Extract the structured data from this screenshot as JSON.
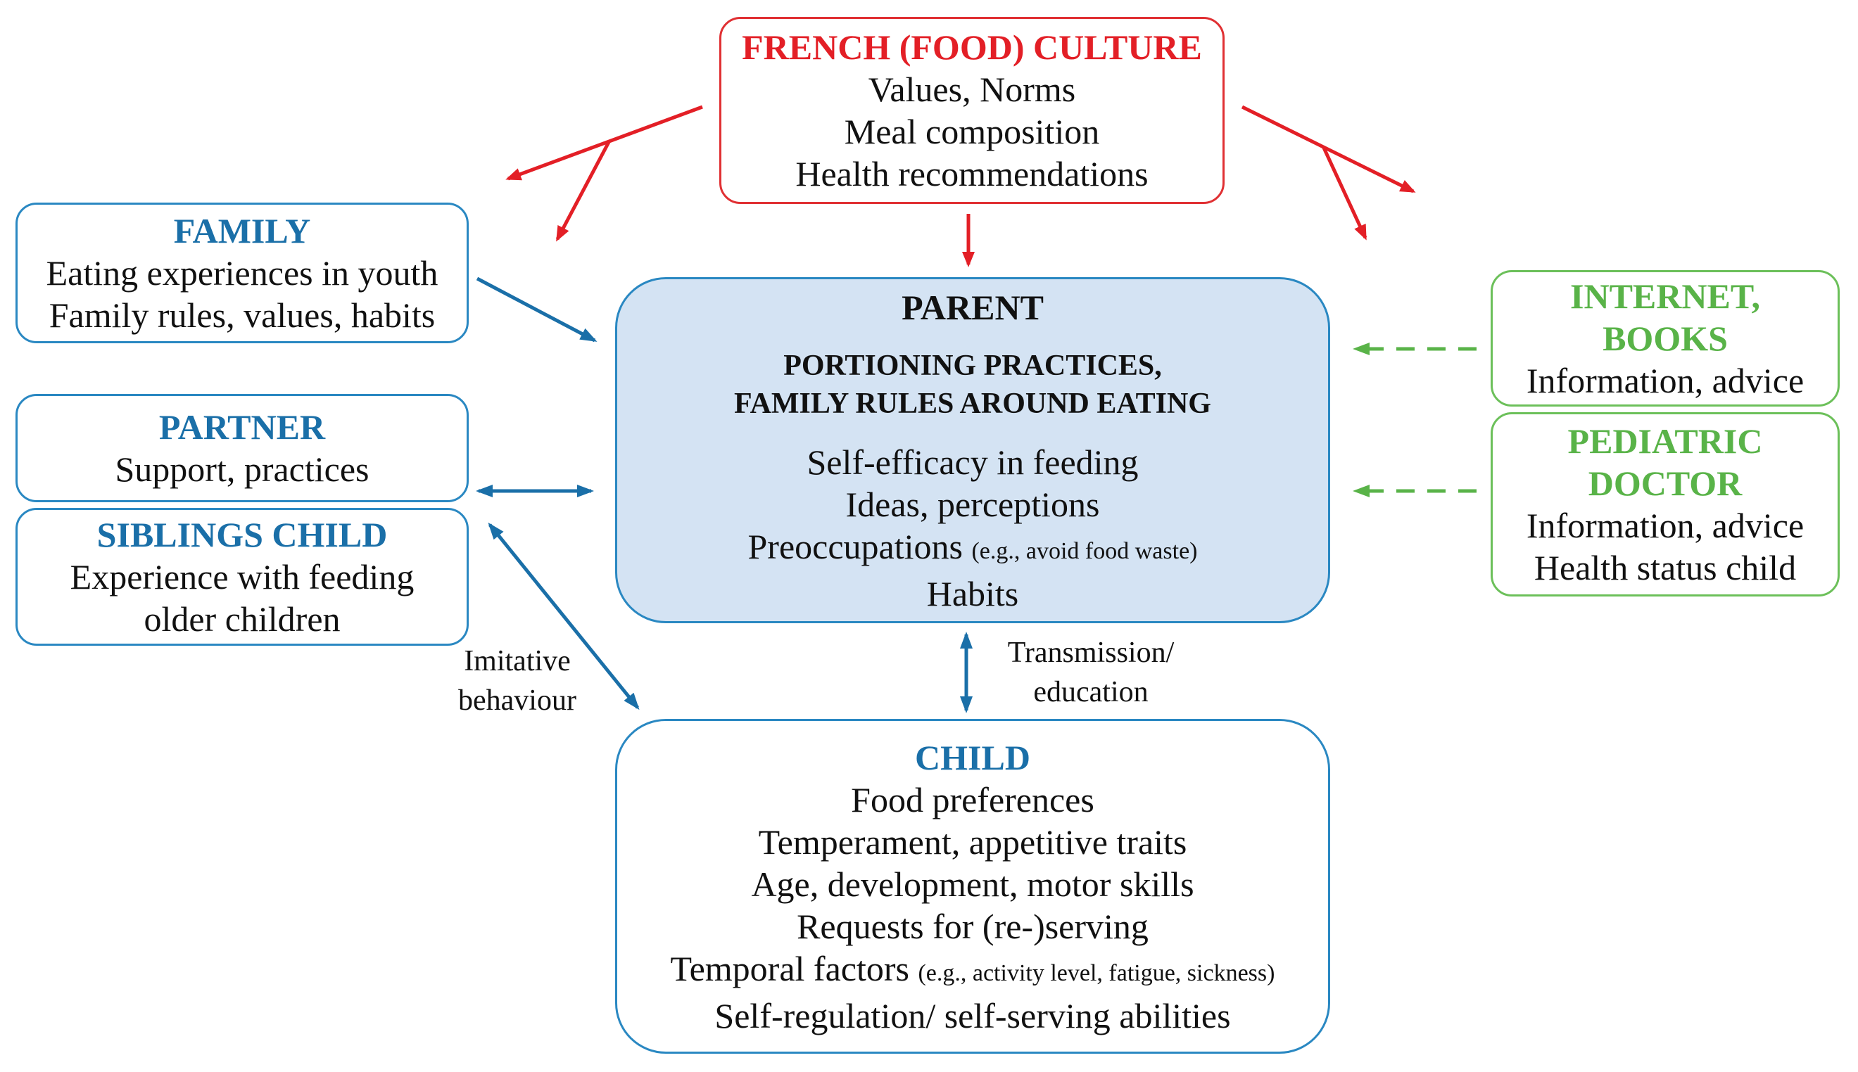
{
  "culture": {
    "title": "FRENCH (FOOD) CULTURE",
    "lines": [
      "Values, Norms",
      "Meal composition",
      "Health recommendations"
    ]
  },
  "family": {
    "title": "FAMILY",
    "lines": [
      "Eating experiences in youth",
      "Family rules, values, habits"
    ]
  },
  "partner": {
    "title": "PARTNER",
    "lines": [
      "Support, practices"
    ]
  },
  "siblings": {
    "title": "SIBLINGS CHILD",
    "lines": [
      "Experience with feeding",
      "older children"
    ]
  },
  "parent": {
    "title": "PARENT",
    "practices": [
      "PORTIONING PRACTICES,",
      "FAMILY RULES AROUND EATING"
    ],
    "lines": [
      "Self-efficacy in feeding",
      "Ideas, perceptions"
    ],
    "preoccupations": "Preoccupations",
    "preoccupations_note": "(e.g., avoid food waste)",
    "habits": "Habits"
  },
  "internet": {
    "title_lines": [
      "INTERNET,",
      "BOOKS"
    ],
    "lines": [
      "Information, advice"
    ]
  },
  "doctor": {
    "title_lines": [
      "PEDIATRIC",
      "DOCTOR"
    ],
    "lines": [
      "Information, advice",
      "Health status child"
    ]
  },
  "child": {
    "title": "CHILD",
    "lines": [
      "Food preferences",
      "Temperament, appetitive traits",
      "Age, development, motor skills",
      "Requests for (re-)serving"
    ],
    "temporal": "Temporal factors",
    "temporal_note": "(e.g., activity level, fatigue, sickness)",
    "last": "Self-regulation/ self-serving abilities"
  },
  "labels": {
    "transmission": [
      "Transmission/",
      "education"
    ],
    "imitative": [
      "Imitative",
      "behaviour"
    ]
  },
  "colors": {
    "red": "#e31f26",
    "blue": "#1a6fa8",
    "green": "#59b348",
    "parent_fill": "#d4e3f3"
  }
}
